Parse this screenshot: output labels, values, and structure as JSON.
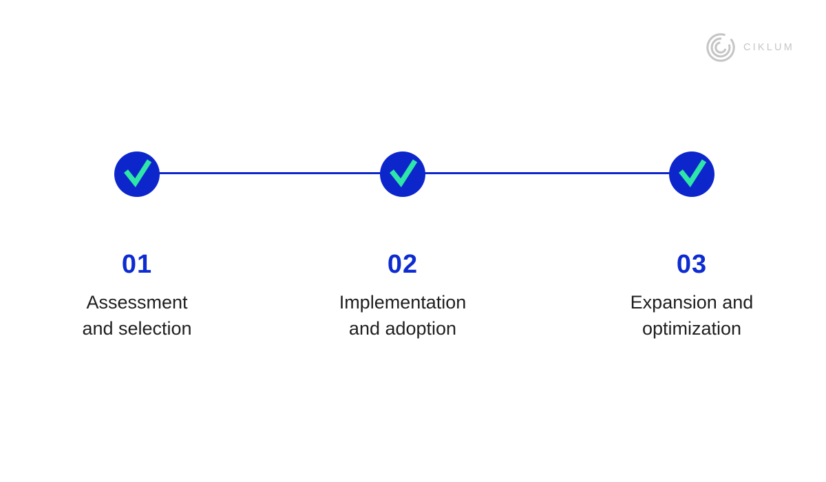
{
  "brand": {
    "wordmark": "CIKLUM",
    "logo_icon": "ciklum-arcs-icon",
    "wordmark_color": "#c5c5c5"
  },
  "colors": {
    "accent_blue": "#0d26cc",
    "number_blue": "#0c2bd1",
    "check_green": "#2ee6a8",
    "title_text": "#1e1e1e",
    "background": "#ffffff"
  },
  "timeline": {
    "node_icon": "checkmark-icon",
    "steps": [
      {
        "number": "01",
        "title": "Assessment and selection",
        "title_lines": [
          "Assessment",
          "and selection"
        ]
      },
      {
        "number": "02",
        "title": "Implementation and adoption",
        "title_lines": [
          "Implementation",
          "and adoption"
        ]
      },
      {
        "number": "03",
        "title": "Expansion and optimization",
        "title_lines": [
          "Expansion and",
          "optimization"
        ]
      }
    ]
  }
}
